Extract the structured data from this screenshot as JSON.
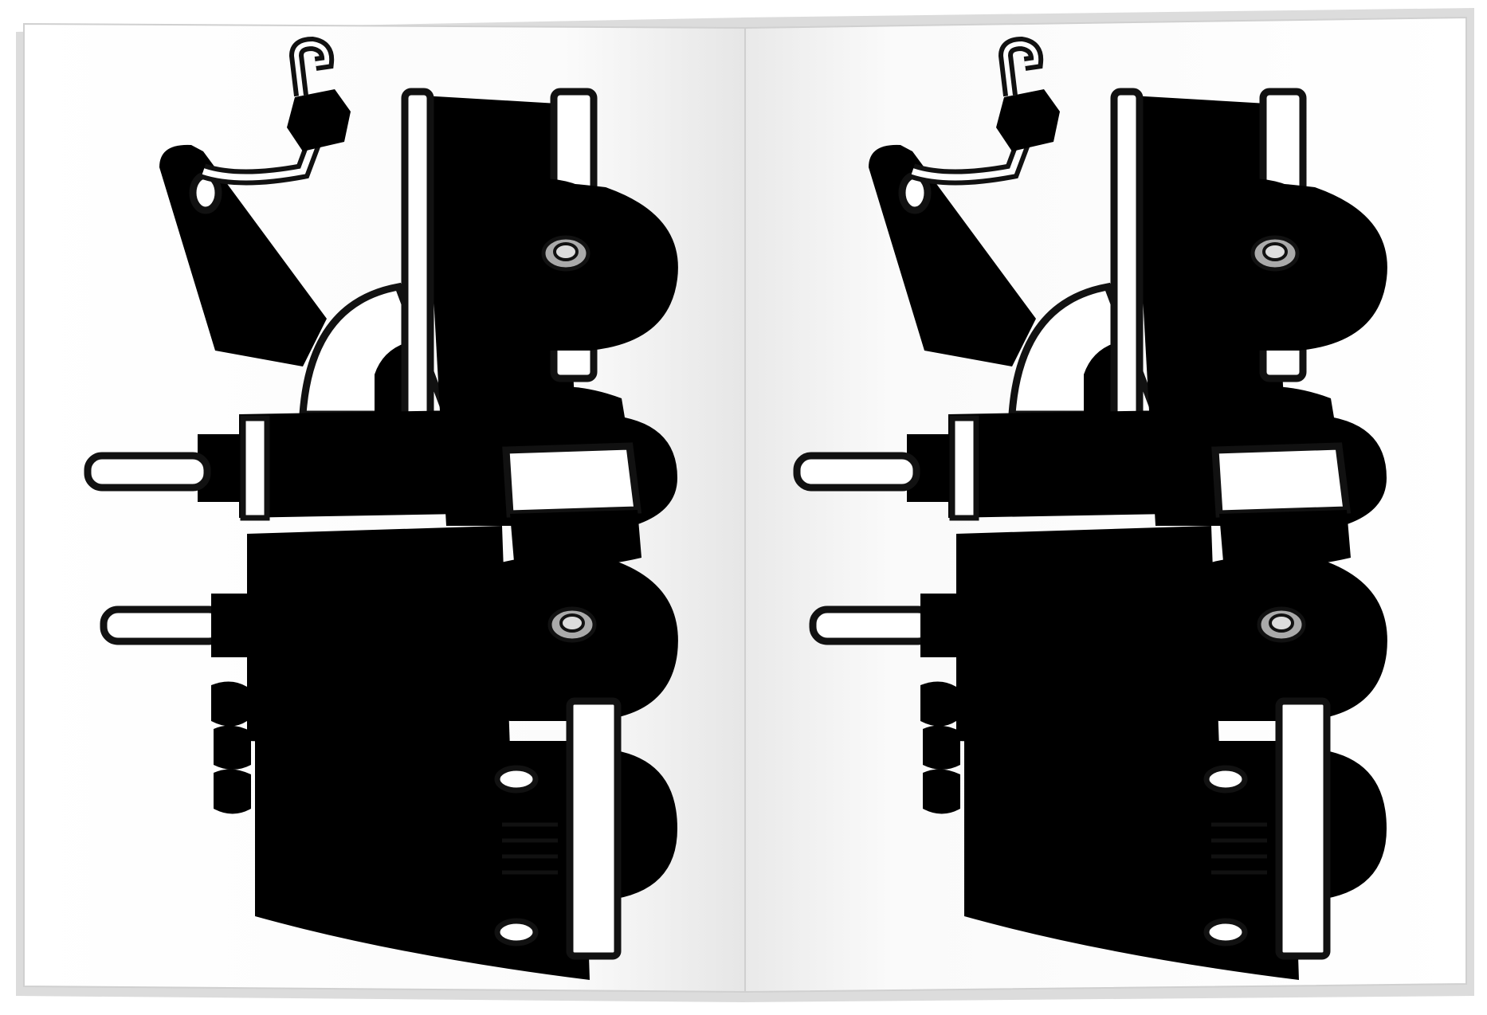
{
  "scene": {
    "subject": "",
    "pages": [
      {
        "id": "left-page",
        "style": "colored"
      },
      {
        "id": "right-page",
        "style": "outline"
      }
    ]
  },
  "colors": {
    "paper": "#ffffff",
    "page_shadow": "#e2e2e2",
    "outline": "#111111",
    "body_teal": "#10a6c4",
    "body_light": "#5cc6dd",
    "window_gray": "#666666",
    "tire": "#333333",
    "rim": "#c8c8c8",
    "stripe_red": "#e3242b",
    "lamp_yellow": "#ffe100",
    "tank_gray": "#c4c4c4"
  },
  "icons": [
    "tow-truck-colored",
    "tow-truck-outline",
    "open-book"
  ]
}
